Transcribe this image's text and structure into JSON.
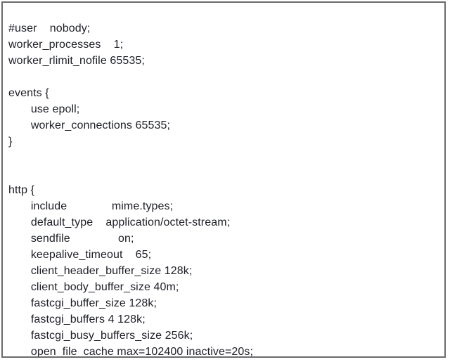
{
  "colors": {
    "border": "#6b6b6b",
    "text": "#1d1f26",
    "background": "#ffffff"
  },
  "config": {
    "lines": [
      "#user    nobody;",
      "worker_processes    1;",
      "worker_rlimit_nofile 65535;",
      "",
      "events {",
      "       use epoll;",
      "       worker_connections 65535;",
      "}",
      "",
      "",
      "http {",
      "       include              mime.types;",
      "       default_type    application/octet-stream;",
      "       sendfile               on;",
      "       keepalive_timeout    65;",
      "       client_header_buffer_size 128k;",
      "       client_body_buffer_size 40m;",
      "       fastcgi_buffer_size 128k;",
      "       fastcgi_buffers 4 128k;",
      "       fastcgi_busy_buffers_size 256k;",
      "       open_file_cache max=102400 inactive=20s;"
    ]
  }
}
